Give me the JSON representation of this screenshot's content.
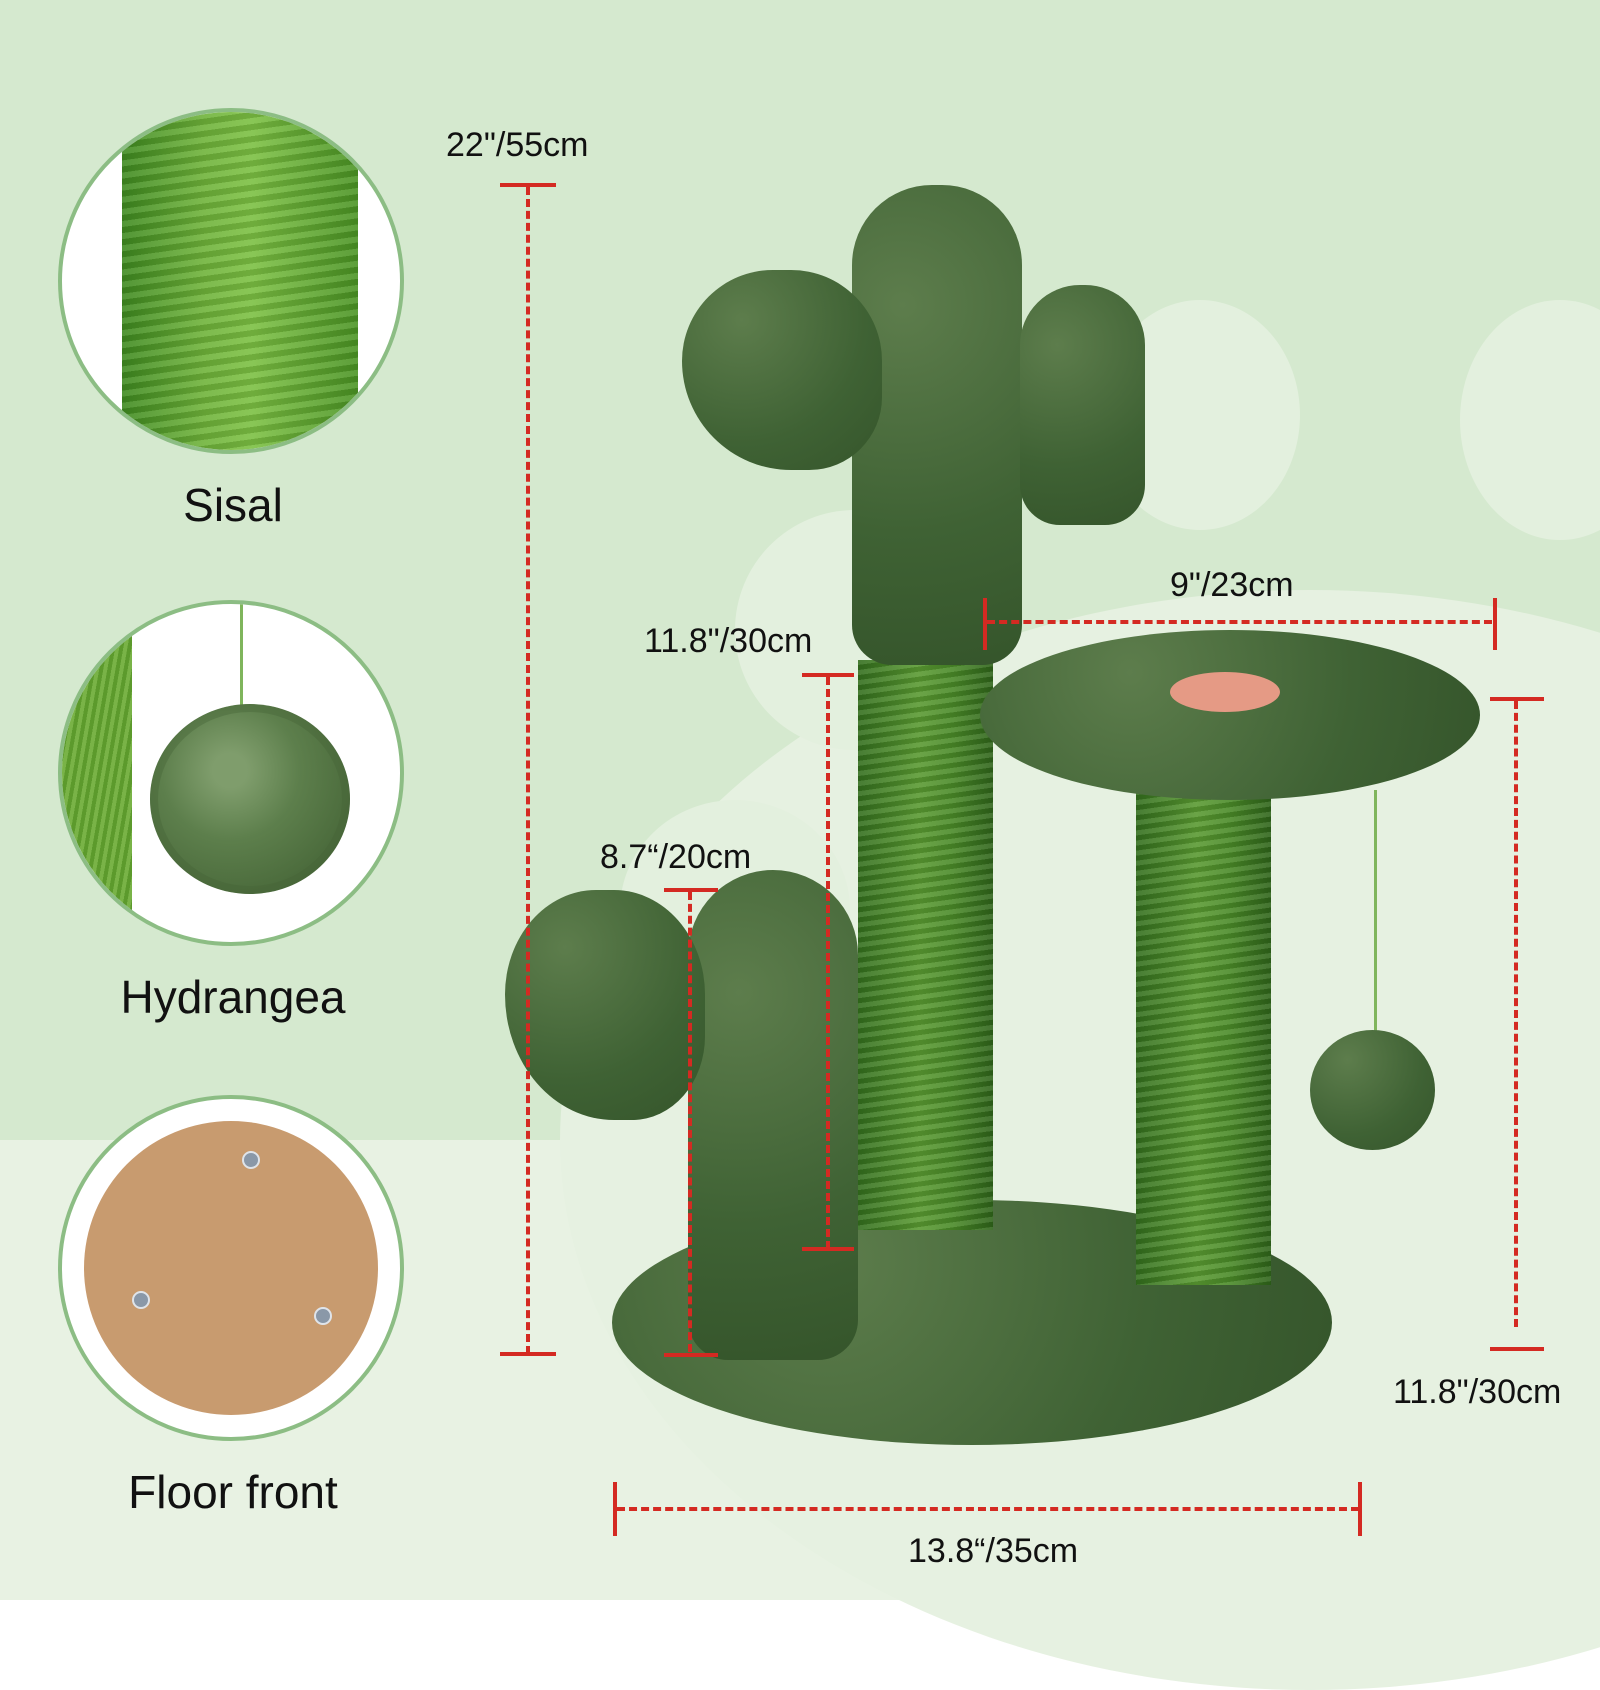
{
  "features": [
    {
      "label": "Sisal",
      "icon": "sisal-rope-closeup"
    },
    {
      "label": "Hydrangea",
      "icon": "pom-pom-ball-closeup"
    },
    {
      "label": "Floor front",
      "icon": "base-bottom-view"
    }
  ],
  "dimensions": {
    "total_height": "22\"/55cm",
    "main_post_height": "11.8\"/30cm",
    "small_cactus_height": "8.7“/20cm",
    "platform_width": "9\"/23cm",
    "platform_height": "11.8\"/30cm",
    "base_width": "13.8“/35cm"
  },
  "colors": {
    "background_wall": "#d5e9cf",
    "background_floor": "#e8f2e3",
    "dimension_line": "#d42a22",
    "circle_border": "#8cbd84",
    "shag_green": "#3f6234",
    "sisal_green": "#5a9a32",
    "accent_pink": "#e59a85"
  }
}
